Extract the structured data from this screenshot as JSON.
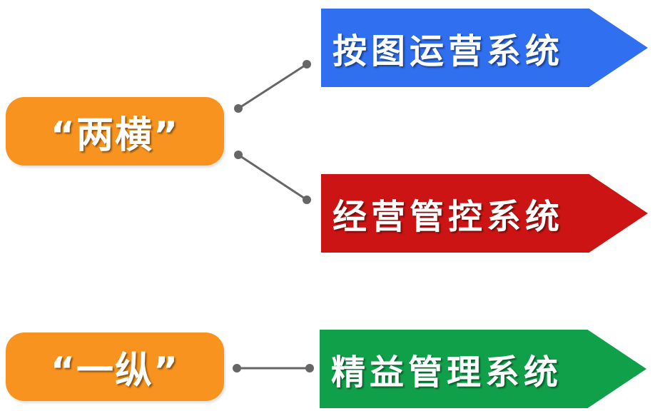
{
  "groups": {
    "horizontal": {
      "label": "“两横”",
      "color": "#f7931e"
    },
    "vertical": {
      "label": "“一纵”",
      "color": "#f7931e"
    }
  },
  "systems": [
    {
      "label": "按图运营系统",
      "color": "#2f6ff0"
    },
    {
      "label": "经营管控系统",
      "color": "#cc1414"
    },
    {
      "label": "精益管理系统",
      "color": "#11a04a"
    }
  ],
  "connector_color": "#666666"
}
